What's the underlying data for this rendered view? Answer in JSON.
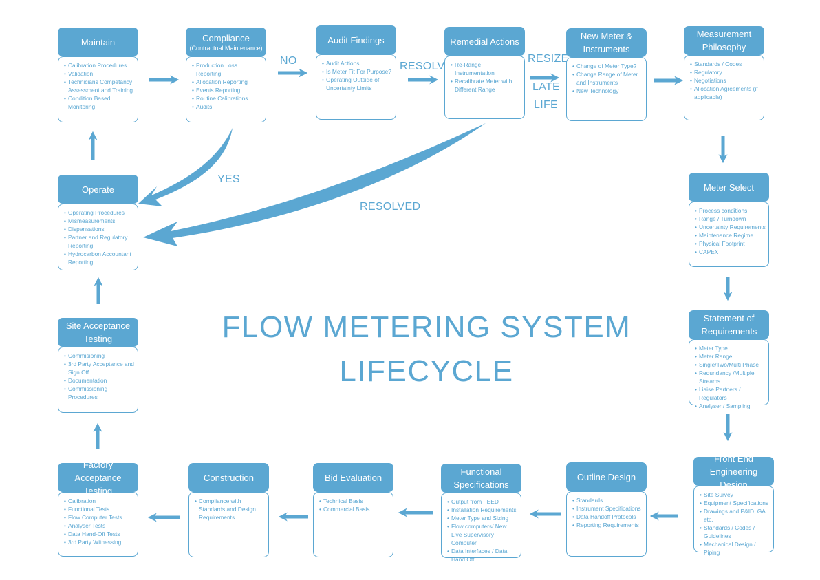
{
  "title": {
    "line1": "FLOW METERING SYSTEM",
    "line2": "LIFECYCLE"
  },
  "colors": {
    "accent": "#5ba7d2",
    "background": "#ffffff"
  },
  "labels": {
    "no": "NO",
    "resolve": "RESOLVE",
    "resize": "RESIZE",
    "late": "LATE",
    "life": "LIFE",
    "yes": "YES",
    "resolved": "RESOLVED"
  },
  "nodes": {
    "maintain": {
      "title": "Maintain",
      "items": [
        "Calibration Procedures",
        "Validation",
        "Technicians Competancy Assessment and Training",
        "Condition Based Monitoring"
      ]
    },
    "compliance": {
      "title": "Compliance",
      "subtitle": "(Contractual Maintenance)",
      "items": [
        "Production Loss Reporting",
        "Allocation Reporting",
        "Events Reporting",
        "Routine Calibrations",
        "Audits"
      ]
    },
    "audit_findings": {
      "title": "Audit Findings",
      "items": [
        "Audit Actions",
        "Is Meter Fit For Purpose?",
        "Operating Outside of Uncertainty Limits"
      ]
    },
    "remedial_actions": {
      "title": "Remedial Actions",
      "items": [
        "Re-Range Instrumentation",
        "Recalibrate Meter with Different Range"
      ]
    },
    "new_meter": {
      "title": "New Meter & Instruments",
      "items": [
        "Change of Meter Type?",
        "Change Range of Meter and Instruments",
        "New Technology"
      ]
    },
    "measurement_philosophy": {
      "title": "Measurement Philosophy",
      "items": [
        "Standards / Codes",
        "Regulatory",
        "Negotiations",
        "Allocation Agreements (if applicable)"
      ]
    },
    "meter_select": {
      "title": "Meter Select",
      "items": [
        "Process conditions",
        "Range / Turndown",
        "Uncertainty Requirements",
        "Maintenance Regime",
        "Physical Footprint",
        "CAPEX"
      ]
    },
    "statement_of_requirements": {
      "title": "Statement of Requirements",
      "items": [
        "Meter Type",
        "Meter Range",
        "Single/Two/Multi Phase",
        "Redundancy /Multiple Streams",
        "Liaise Partners / Regulators",
        "Analyser / Sampling"
      ]
    },
    "feed": {
      "title": "Front End Engineering Design",
      "items": [
        "Site Survey",
        "Equipment Specifications",
        "Drawings and P&ID, GA etc.",
        "Standards / Codes / Guidelines",
        "Mechanical Design / Piping"
      ]
    },
    "outline_design": {
      "title": "Outline Design",
      "items": [
        "Standards",
        "Instrument Specifications",
        "Data Handoff Protocols",
        "Reporting Requirements"
      ]
    },
    "functional_specifications": {
      "title": "Functional Specifications",
      "items": [
        "Output from FEED",
        "Installation Requirements",
        "Meter Type and Sizing",
        "Flow computers/ New Live Supervisory Computer",
        "Data Interfaces / Data Hand Off"
      ]
    },
    "bid_evaluation": {
      "title": "Bid Evaluation",
      "items": [
        "Technical Basis",
        "Commercial Basis"
      ]
    },
    "construction": {
      "title": "Construction",
      "items": [
        "Compliance with Standards and Design Requirements"
      ]
    },
    "fat": {
      "title": "Factory Acceptance Testing",
      "items": [
        "Calibration",
        "Functional Tests",
        "Flow Computer Tests",
        "Analyser Tests",
        "Data Hand-Off Tests",
        "3rd Party Witnessing"
      ]
    },
    "sat": {
      "title": "Site Acceptance Testing",
      "items": [
        "Commisioning",
        "3rd Party Acceptance and Sign Off",
        "Documentation",
        "Commissioning Procedures"
      ]
    },
    "operate": {
      "title": "Operate",
      "items": [
        "Operating Procedures",
        "Mismeasurements",
        "Dispensations",
        "Partner and Regulatory Reporting",
        "Hydrocarbon Accountant Reporting"
      ]
    }
  }
}
